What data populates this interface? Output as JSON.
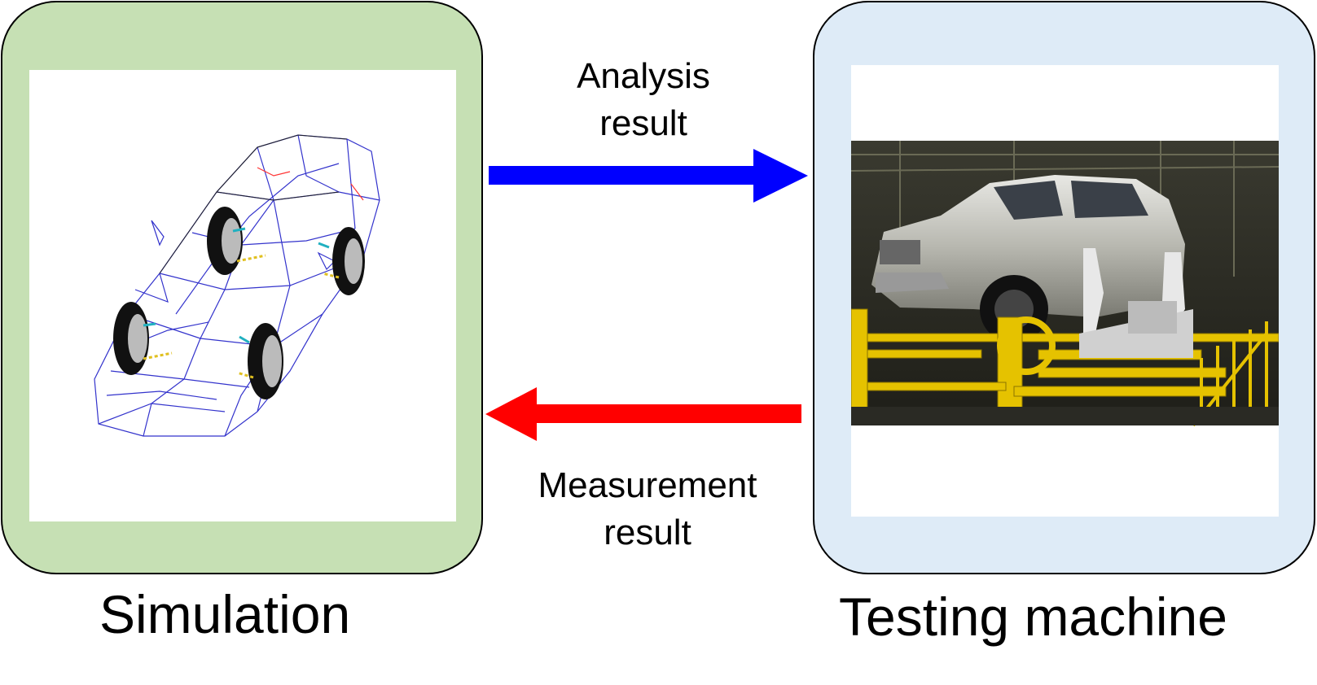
{
  "colors": {
    "simulation_panel": "#c6e0b4",
    "testing_panel": "#deebf7",
    "analysis_arrow": "#0000ff",
    "measurement_arrow": "#ff0000",
    "wireframe": "#3333cc"
  },
  "simulation": {
    "caption": "Simulation"
  },
  "testing": {
    "caption": "Testing machine"
  },
  "arrows": {
    "analysis": {
      "line1": "Analysis",
      "line2": "result"
    },
    "measurement": {
      "line1": "Measurement",
      "line2": "result"
    }
  }
}
